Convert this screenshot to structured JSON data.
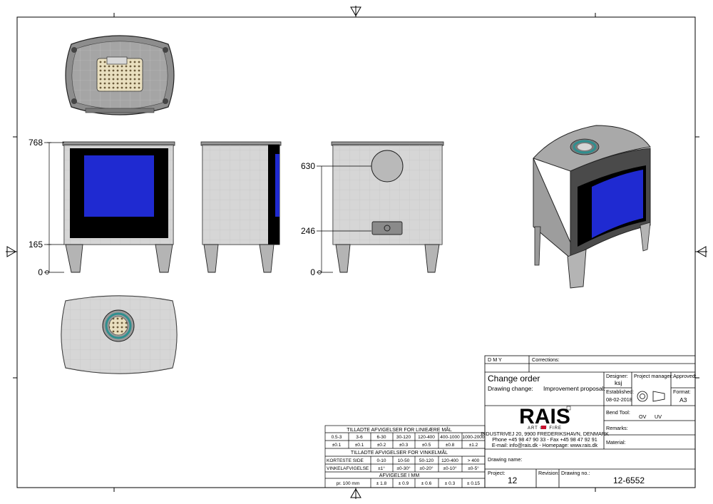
{
  "dimensions": {
    "front": [
      "768",
      "165",
      "0"
    ],
    "rear": [
      "630",
      "246",
      "0"
    ]
  },
  "title_block": {
    "dmy": "D  M  Y",
    "corrections": "Corrections:",
    "change_order": "Change order",
    "drawing_change": "Drawing change:",
    "improvement_proposal": "Improvement proposal:",
    "designer_label": "Designer:",
    "designer_value": "ksj",
    "project_manager_label": "Project manager:",
    "approved_label": "Approved:",
    "established_label": "Established:",
    "established_value": "08-02-2018",
    "format_label": "Format:",
    "format_value": "A3",
    "bend_tool_label": "Bend Tool:",
    "bend_tool_ov": "OV",
    "bend_tool_uv": "UV",
    "remarks_label": "Remarks:",
    "material_label": "Material:",
    "drawing_name_label": "Drawing name:",
    "project_label": "Project:",
    "project_value": "12",
    "revision_label": "Revision:",
    "drawing_no_label": "Drawing no.:",
    "drawing_no_value": "12-6552"
  },
  "company": {
    "logo": "RAIS",
    "tagline": "ART OF FIRE",
    "address": "INDUSTRIVEJ 20, 9900 FREDERIKSHAVN, DENMARK",
    "phone": "Phone +45 98 47 90 33 - Fax +45 98 47 92 91",
    "web": "E-mail: info@rais.dk - Homepage: www.rais.dk"
  },
  "tolerances": {
    "linear_title": "TILLADTE AFVIGELSER FOR LINIEÆRE MÅL",
    "linear_ranges": [
      "0.5-3",
      "3-6",
      "6-30",
      "30-120",
      "120-400",
      "400-1000",
      "1000-2000"
    ],
    "linear_values": [
      "±0.1",
      "±0.1",
      "±0.2",
      "±0.3",
      "±0.5",
      "±0.8",
      "±1.2"
    ],
    "angular_title": "TILLADTE AFVIGELSER FOR VINKELMÅL",
    "angular_row1_label": "KORTESTE SIDE",
    "angular_ranges": [
      "0-10",
      "10-50",
      "50-120",
      "120-400",
      "> 400"
    ],
    "angular_row2_label": "VINKELAFVIGELSE",
    "angular_values": [
      "±1°",
      "±0-30°",
      "±0-20°",
      "±0-10°",
      "±0-5°"
    ],
    "flatness_title": "AFVIGELSE I MM",
    "flatness_label": "pr. 100 mm",
    "flatness_values": [
      "± 1.8",
      "± 0.9",
      "± 0.6",
      "± 0.3",
      "± 0.15"
    ]
  },
  "colors": {
    "steel": "#b4b4b4",
    "steel_dark": "#8c8c8c",
    "glass": "#1f2ad1",
    "ring": "#2f8f8f"
  }
}
